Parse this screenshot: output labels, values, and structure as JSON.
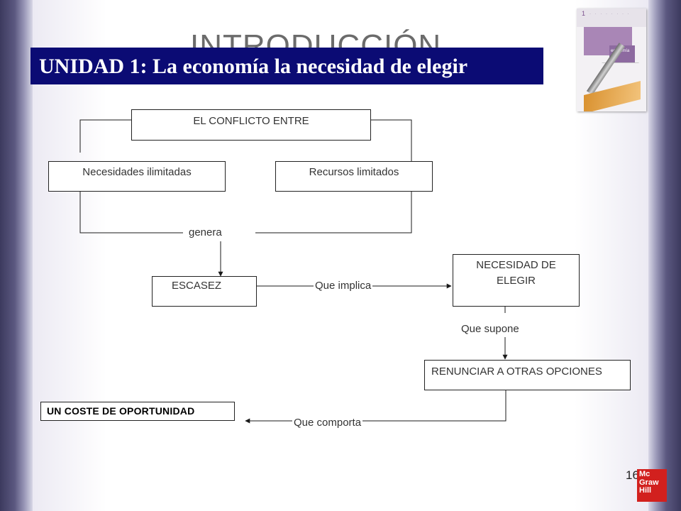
{
  "slide": {
    "ghost_title": "INTRODUCCIÓN",
    "unit_title": "UNIDAD 1: La economía la necesidad de elegir",
    "slide_number": "16"
  },
  "diagram": {
    "conflict_box": "EL CONFLICTO ENTRE",
    "needs_box": "Necesidades ilimitadas",
    "resources_box": "Recursos limitados",
    "generates_label": "genera",
    "scarcity_box": "ESCASEZ",
    "implies_label": "Que implica",
    "choice_box": "NECESIDAD DE ELEGIR",
    "entails_label": "Que supone",
    "renounce_box": "RENUNCIAR A OTRAS OPCIONES",
    "carries_label": "Que comporta",
    "cost_box": "UN COSTE DE OPORTUNIDAD"
  },
  "book": {
    "chapter_number": "1",
    "cover_label": "economía"
  },
  "publisher": {
    "logo_lines": [
      "Mc",
      "Graw",
      "Hill"
    ],
    "logo_color": "#d2201e"
  },
  "colors": {
    "banner": "#0b0b74",
    "frame": "#3c3a5e"
  }
}
